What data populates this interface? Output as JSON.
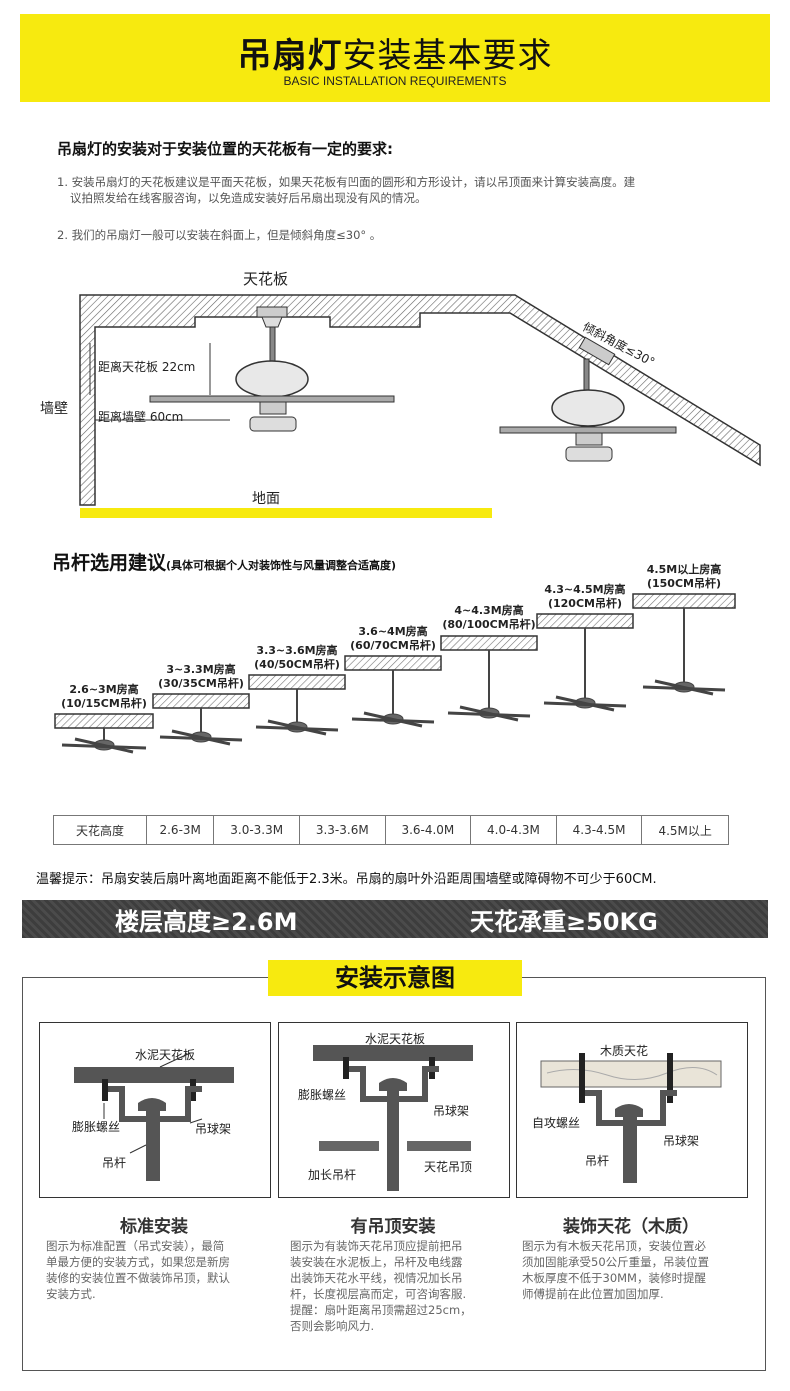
{
  "header": {
    "title_bold": "吊扇灯",
    "title_rest": "安装基本要求",
    "subtitle": "BASIC INSTALLATION REQUIREMENTS"
  },
  "requirements": {
    "heading": "吊扇灯的安装对于安装位置的天花板有一定的要求:",
    "item1_line1": "1. 安装吊扇灯的天花板建议是平面天花板，如果天花板有凹面的圆形和方形设计，请以吊顶面来计算安装高度。建",
    "item1_line2": "议拍照发给在线客服咨询，以免造成安装好后吊扇出现没有风的情况。",
    "item2": "2. 我们的吊扇灯一般可以安装在斜面上，但是倾斜角度≤30°  。"
  },
  "ceiling_diagram": {
    "ceiling": "天花板",
    "wall": "墙壁",
    "floor": "地面",
    "dist_ceiling": "距离天花板 22cm",
    "dist_wall": "距离墙壁 60cm",
    "angle": "倾斜角度≤30°"
  },
  "rod_section": {
    "title": "吊杆选用建议",
    "note": "(具体可根据个人对装饰性与风量调整合适高度)",
    "steps": [
      {
        "room": "2.6~3M房高",
        "rod": "(10/15CM吊杆)"
      },
      {
        "room": "3~3.3M房高",
        "rod": "(30/35CM吊杆)"
      },
      {
        "room": "3.3~3.6M房高",
        "rod": "(40/50CM吊杆)"
      },
      {
        "room": "3.6~4M房高",
        "rod": "(60/70CM吊杆)"
      },
      {
        "room": "4~4.3M房高",
        "rod": "(80/100CM吊杆)"
      },
      {
        "room": "4.3~4.5M房高",
        "rod": "(120CM吊杆)"
      },
      {
        "room": "4.5M以上房高",
        "rod": "(150CM吊杆)"
      }
    ]
  },
  "height_table": {
    "header": "天花高度",
    "cells": [
      "2.6-3M",
      "3.0-3.3M",
      "3.3-3.6M",
      "3.6-4.0M",
      "4.0-4.3M",
      "4.3-4.5M",
      "4.5M以上"
    ]
  },
  "tip": "温馨提示：吊扇安装后扇叶离地面距离不能低于2.3米。吊扇的扇叶外沿距周围墙壁或障碍物不可少于60CM.",
  "stripe": {
    "left": "楼层高度≥2.6M",
    "right": "天花承重≥50KG"
  },
  "install_section": {
    "title": "安装示意图",
    "panels": [
      {
        "title": "标准安装",
        "labels": {
          "ceiling": "水泥天花板",
          "bolt": "膨胀螺丝",
          "bracket": "吊球架",
          "rod": "吊杆"
        },
        "desc": [
          "图示为标准配置（吊式安装），最简",
          "单最方便的安装方式，如果您是新房",
          "装修的安装位置不做装饰吊顶，默认",
          "安装方式."
        ]
      },
      {
        "title": "有吊顶安装",
        "labels": {
          "ceiling": "水泥天花板",
          "bolt": "膨胀螺丝",
          "bracket": "吊球架",
          "rod": "加长吊杆",
          "false_ceiling": "天花吊顶"
        },
        "desc": [
          "图示为有装饰天花吊顶应提前把吊",
          "装安装在水泥板上，吊杆及电线露",
          "出装饰天花水平线，视情况加长吊",
          "杆，长度视层高而定，可咨询客服.",
          "提醒：扇叶距离吊顶需超过25cm，",
          "否则会影响风力."
        ]
      },
      {
        "title": "装饰天花（木质）",
        "labels": {
          "ceiling": "木质天花",
          "bolt": "自攻螺丝",
          "bracket": "吊球架",
          "rod": "吊杆"
        },
        "desc": [
          "图示为有木板天花吊顶，安装位置必",
          "须加固能承受50公斤重量，吊装位置",
          "木板厚度不低于30MM，装修时提醒",
          "师傅提前在此位置加固加厚."
        ]
      }
    ]
  },
  "colors": {
    "accent_yellow": "#f7ea0f",
    "stripe_dark": "#444444"
  }
}
